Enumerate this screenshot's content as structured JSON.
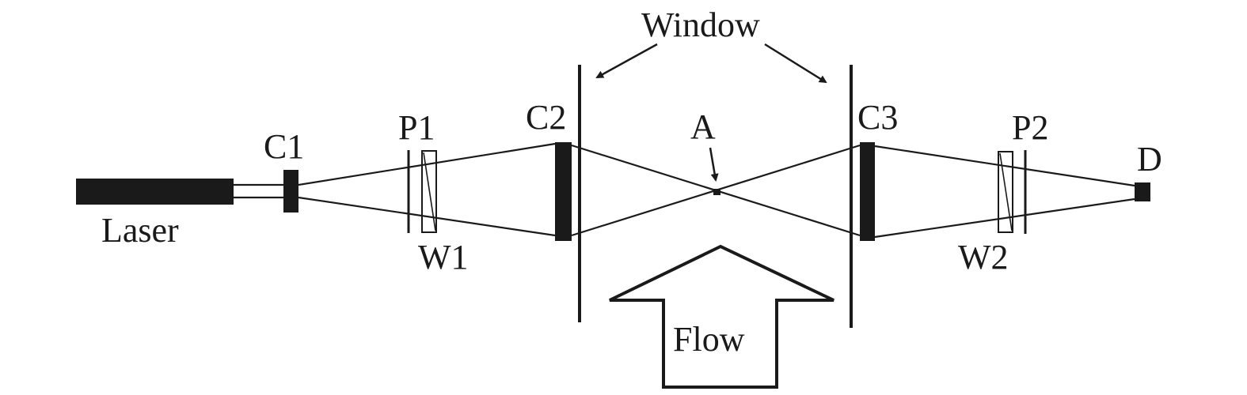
{
  "figure": {
    "type": "optical-setup-schematic",
    "description": "Laser beam through collimator, polarizer and wedge, crossing at point A inside a flow between two windows, then through wedge, polarizer to detector D"
  },
  "labels": {
    "laser": "Laser",
    "c1": "C1",
    "p1": "P1",
    "w1": "W1",
    "c2": "C2",
    "window": "Window",
    "a": "A",
    "c3": "C3",
    "p2": "P2",
    "w2": "W2",
    "d": "D",
    "flow": "Flow"
  },
  "colors": {
    "ink": "#1a1a1a",
    "background": "#ffffff"
  }
}
